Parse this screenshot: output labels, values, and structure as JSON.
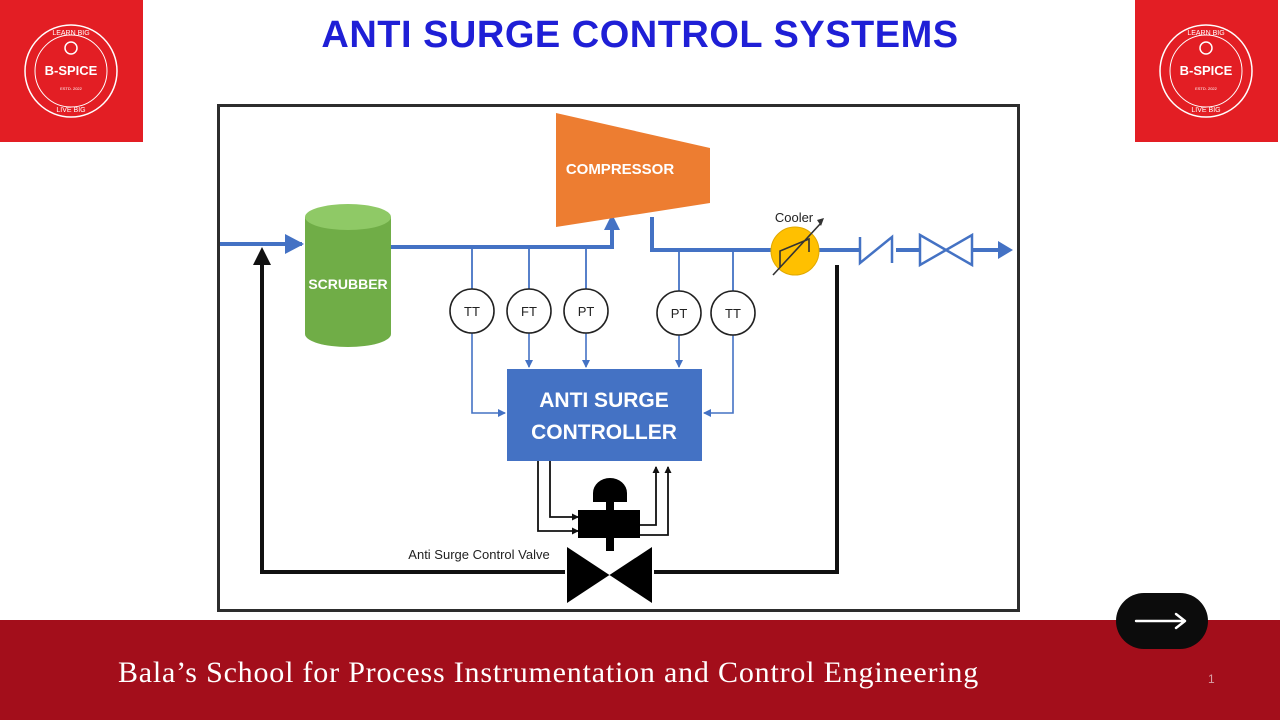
{
  "title": "ANTI SURGE CONTROL SYSTEMS",
  "logo": {
    "name": "B-SPICE",
    "top_arc": "LEARN BIG",
    "bottom_arc": "LIVE BIG",
    "estd": "ESTD. 2022"
  },
  "diagram": {
    "compressor": "COMPRESSOR",
    "scrubber": "SCRUBBER",
    "cooler": "Cooler",
    "controller_line1": "ANTI SURGE",
    "controller_line2": "CONTROLLER",
    "valve_label": "Anti Surge Control Valve",
    "instruments": [
      "TT",
      "FT",
      "PT",
      "PT",
      "TT"
    ]
  },
  "footer": {
    "text": "Bala’s School for Process Instrumentation and Control Engineering",
    "page_number": "1"
  },
  "colors": {
    "brand_red": "#e31e24",
    "footer_red": "#a30e1b",
    "title_blue": "#1f1fd6",
    "pipe_blue": "#4472c4",
    "compressor_orange": "#ed7d31",
    "scrubber_green": "#70ad47",
    "controller_blue": "#4472c4",
    "cooler_yellow": "#ffc000"
  },
  "icons": {
    "next": "arrow-right-icon"
  }
}
